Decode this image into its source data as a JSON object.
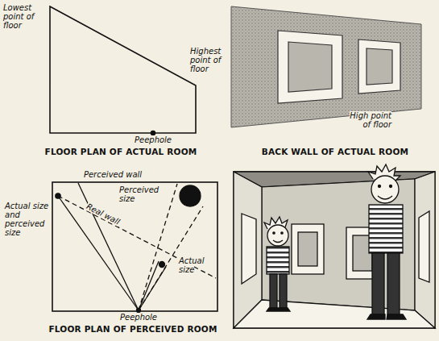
{
  "diagram": {
    "labels": [
      "Lowest point of floor",
      "Highest point of floor",
      "Peephole",
      "FLOOR PLAN OF ACTUAL ROOM",
      "BACK WALL OF ACTUAL ROOM",
      "High point of floor",
      "Perceived wall",
      "Actual size and perceived size",
      "Real wall",
      "Perceived size",
      "Actual size",
      "Peephole",
      "FLOOR PLAN OF PERCEIVED ROOM"
    ]
  }
}
